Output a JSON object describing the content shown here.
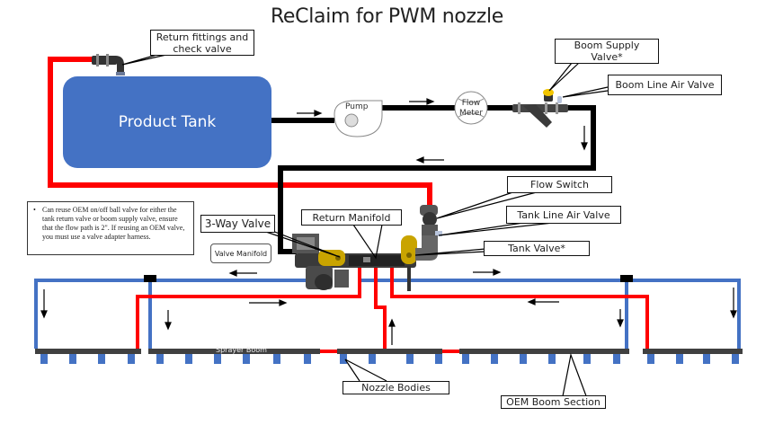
{
  "title": "ReClaim for PWM nozzle",
  "tank": {
    "label": "Product Tank",
    "color": "#4472C4"
  },
  "components": {
    "pump": "Pump",
    "flow_meter_line1": "Flow",
    "flow_meter_line2": "Meter",
    "valve_manifold": "Valve Manifold",
    "sprayer_boom": "Sprayer Boom"
  },
  "callouts": {
    "return_fittings_line1": "Return fittings and",
    "return_fittings_line2": "check valve",
    "boom_supply_line1": "Boom Supply",
    "boom_supply_line2": "Valve*",
    "boom_line_air_valve": "Boom Line Air Valve",
    "flow_switch": "Flow Switch",
    "tank_line_air_valve": "Tank Line Air Valve",
    "three_way_valve": "3-Way Valve",
    "return_manifold": "Return Manifold",
    "tank_valve": "Tank Valve*",
    "nozzle_bodies": "Nozzle Bodies",
    "oem_boom_section": "OEM Boom Section"
  },
  "note": {
    "bullet": "•",
    "text": "Can reuse OEM on/off ball valve for either the tank return valve or boom supply valve, ensure that the flow path is 2\". If reusing an OEM valve, you must use a valve adapter harness."
  },
  "colors": {
    "supply_line": "#000000",
    "return_line": "#FF0000",
    "boom_line": "#4472C4",
    "boom_bar": "#404040",
    "valve_yellow": "#C9A400"
  }
}
